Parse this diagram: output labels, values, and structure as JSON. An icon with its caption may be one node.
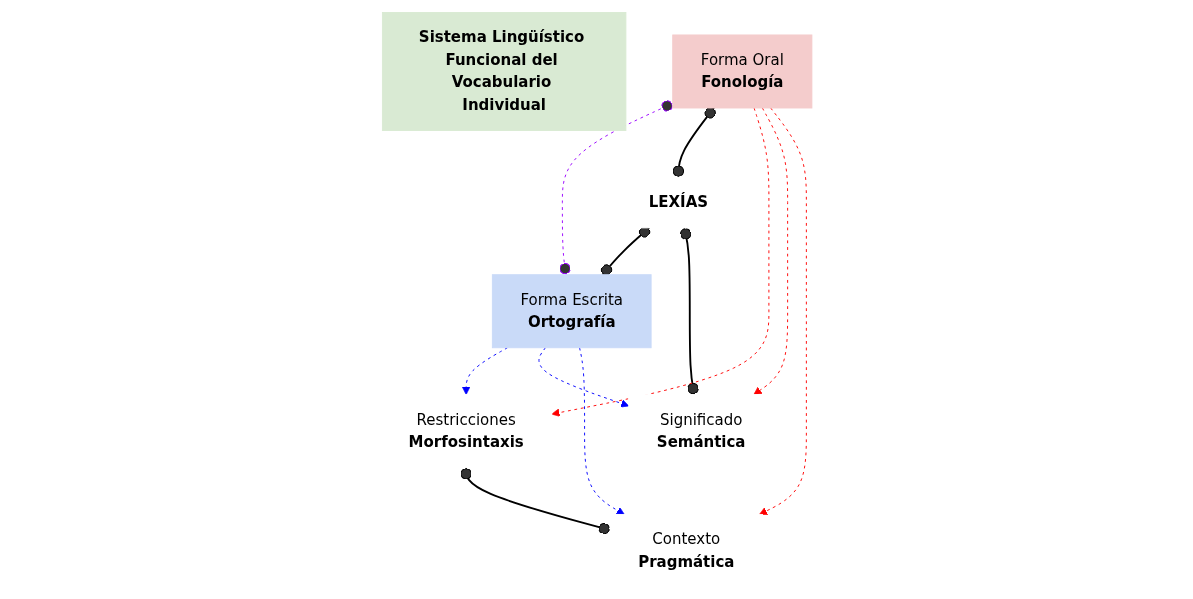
{
  "diagram": {
    "nodes": [
      {
        "text": [
          "Sistema Lingüístico Funcional del Vocabulario Individual"
        ]
      },
      {
        "text": [
          "Forma Oral",
          "Fonología"
        ]
      },
      {
        "text": [
          "LEXÍAS"
        ]
      },
      {
        "text": [
          "Forma Escrita",
          "Ortografía"
        ]
      },
      {
        "text": [
          "Restricciones",
          "Morfosintaxis"
        ]
      },
      {
        "text": [
          "Significado",
          "Semántica"
        ]
      },
      {
        "text": [
          "Contexto",
          "Pragmática"
        ]
      }
    ],
    "edges": [
      {
        "from": 1,
        "to": 3,
        "arrow": "other",
        "style": "dashed",
        "color": "#9900ff"
      },
      {
        "from": 1,
        "to": 2,
        "arrow": "other"
      },
      {
        "from": 2,
        "to": 3,
        "arrow": "other"
      },
      {
        "from": 2,
        "to": 5,
        "arrow": "other"
      },
      {
        "from": 4,
        "to": 6,
        "arrow": "other"
      },
      {
        "from": 1,
        "to": 4,
        "arrow": "to",
        "style": "dashed",
        "color": "#ff0000"
      },
      {
        "from": 1,
        "to": 5,
        "arrow": "to",
        "style": "dashed",
        "color": "#ff0000"
      },
      {
        "from": 1,
        "to": 6,
        "arrow": "to",
        "style": "dashed",
        "color": "#ff0000"
      },
      {
        "from": 3,
        "to": 4,
        "arrow": "to",
        "style": "dashed",
        "color": "#0000ff"
      },
      {
        "from": 3,
        "to": 5,
        "arrow": "to",
        "style": "dashed",
        "color": "#0000ff"
      },
      {
        "from": 3,
        "to": 6,
        "arrow": "to",
        "style": "dashed",
        "color": "#0000ff"
      }
    ]
  }
}
